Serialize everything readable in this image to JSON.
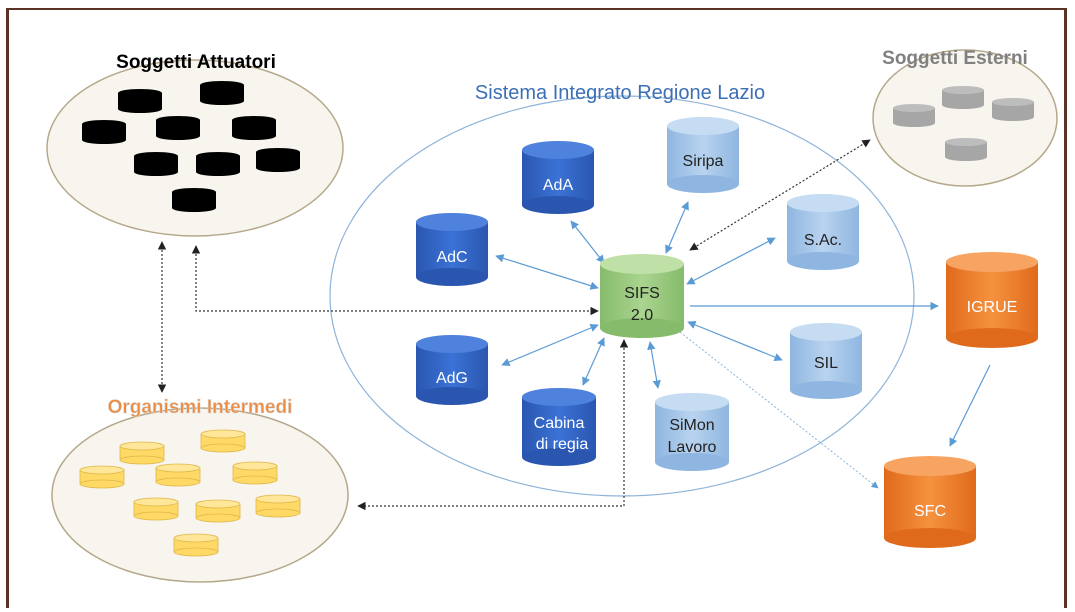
{
  "groups": {
    "soggetti_attuatori": {
      "title": "Soggetti Attuatori",
      "color": "#000000",
      "fill": "#f7f5ee"
    },
    "soggetti_esterni": {
      "title": "Soggetti Esterni",
      "color": "#808080",
      "fill": "#f7f5ee"
    },
    "organismi_intermedi": {
      "title": "Organismi Intermedi",
      "color": "#f08a3c",
      "fill": "#f7f5ee"
    },
    "sistema_integrato": {
      "title": "Sistema Integrato Regione Lazio",
      "color": "#3b6fb6"
    }
  },
  "nodes": {
    "sifs": {
      "label_line1": "SIFS",
      "label_line2": "2.0",
      "color": "#93c47d"
    },
    "ada": {
      "label": "AdA",
      "color": "#2e60c0"
    },
    "adc": {
      "label": "AdC",
      "color": "#2e60c0"
    },
    "adg": {
      "label": "AdG",
      "color": "#2e60c0"
    },
    "cabina": {
      "label_line1": "Cabina",
      "label_line2": "di regia",
      "color": "#2e60c0"
    },
    "siripa": {
      "label": "Siripa",
      "color": "#9dc3e6"
    },
    "sac": {
      "label": "S.Ac.",
      "color": "#9dc3e6"
    },
    "sil": {
      "label": "SIL",
      "color": "#9dc3e6"
    },
    "simon": {
      "label_line1": "SiMon",
      "label_line2": "Lavoro",
      "color": "#9dc3e6"
    },
    "igrue": {
      "label": "IGRUE",
      "color": "#ed7d31"
    },
    "sfc": {
      "label": "SFC",
      "color": "#ed7d31"
    }
  },
  "colors": {
    "frame": "#5a3326",
    "ellipse_stroke": "#8fb4d9",
    "group_stroke": "#b5a88a",
    "arrow": "#5b9bd5",
    "dotted": "#333333",
    "black_db": "#000000",
    "grey_db": "#a6a6a6",
    "yellow_db": "#ffd966"
  }
}
